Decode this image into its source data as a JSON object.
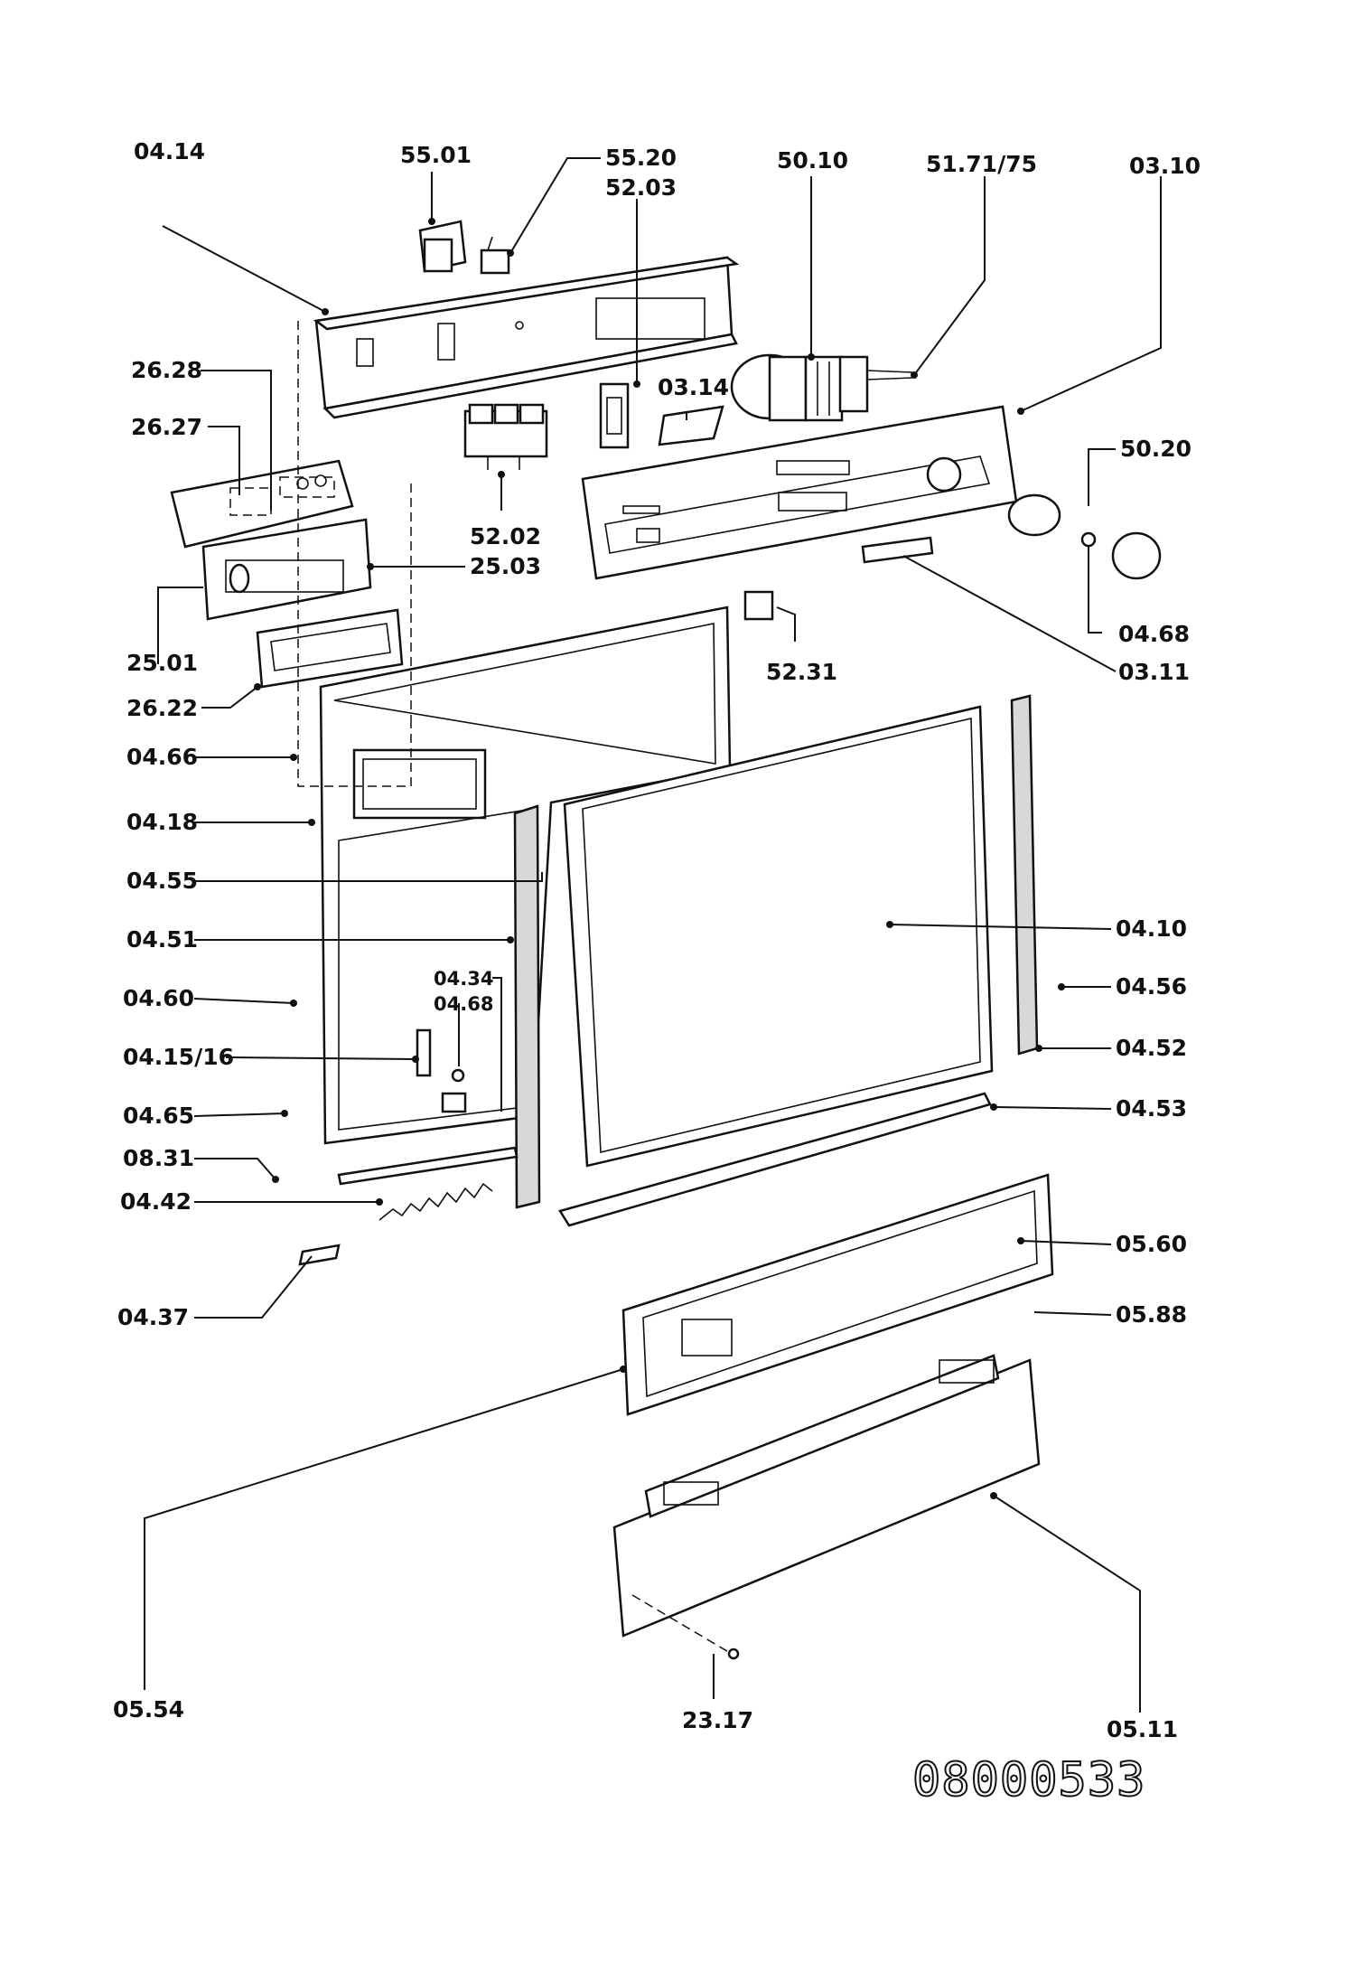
{
  "diagram": {
    "labels": {
      "p0414": "04.14",
      "p5501": "55.01",
      "p5520": "55.20",
      "p5203": "52.03",
      "p5010": "50.10",
      "p5171": "51.71/75",
      "p0310": "03.10",
      "p2628": "26.28",
      "p2627": "26.27",
      "p0314": "03.14",
      "p5020": "50.20",
      "p5202": "52.02",
      "p2503": "25.03",
      "p0468a": "04.68",
      "p2501": "25.01",
      "p5231": "52.31",
      "p0311": "03.11",
      "p2622": "26.22",
      "p0466": "04.66",
      "p0418": "04.18",
      "p0455": "04.55",
      "p0410": "04.10",
      "p0451": "04.51",
      "p0434": "04.34",
      "p0468b": "04.68",
      "p0456": "04.56",
      "p0460": "04.60",
      "p0452": "04.52",
      "p041516": "04.15/16",
      "p0465": "04.65",
      "p0453": "04.53",
      "p0831": "08.31",
      "p0442": "04.42",
      "p0560": "05.60",
      "p0437": "04.37",
      "p0588": "05.88",
      "p0554": "05.54",
      "p2317": "23.17",
      "p0511": "05.11"
    },
    "drawing_code": "08000533"
  }
}
